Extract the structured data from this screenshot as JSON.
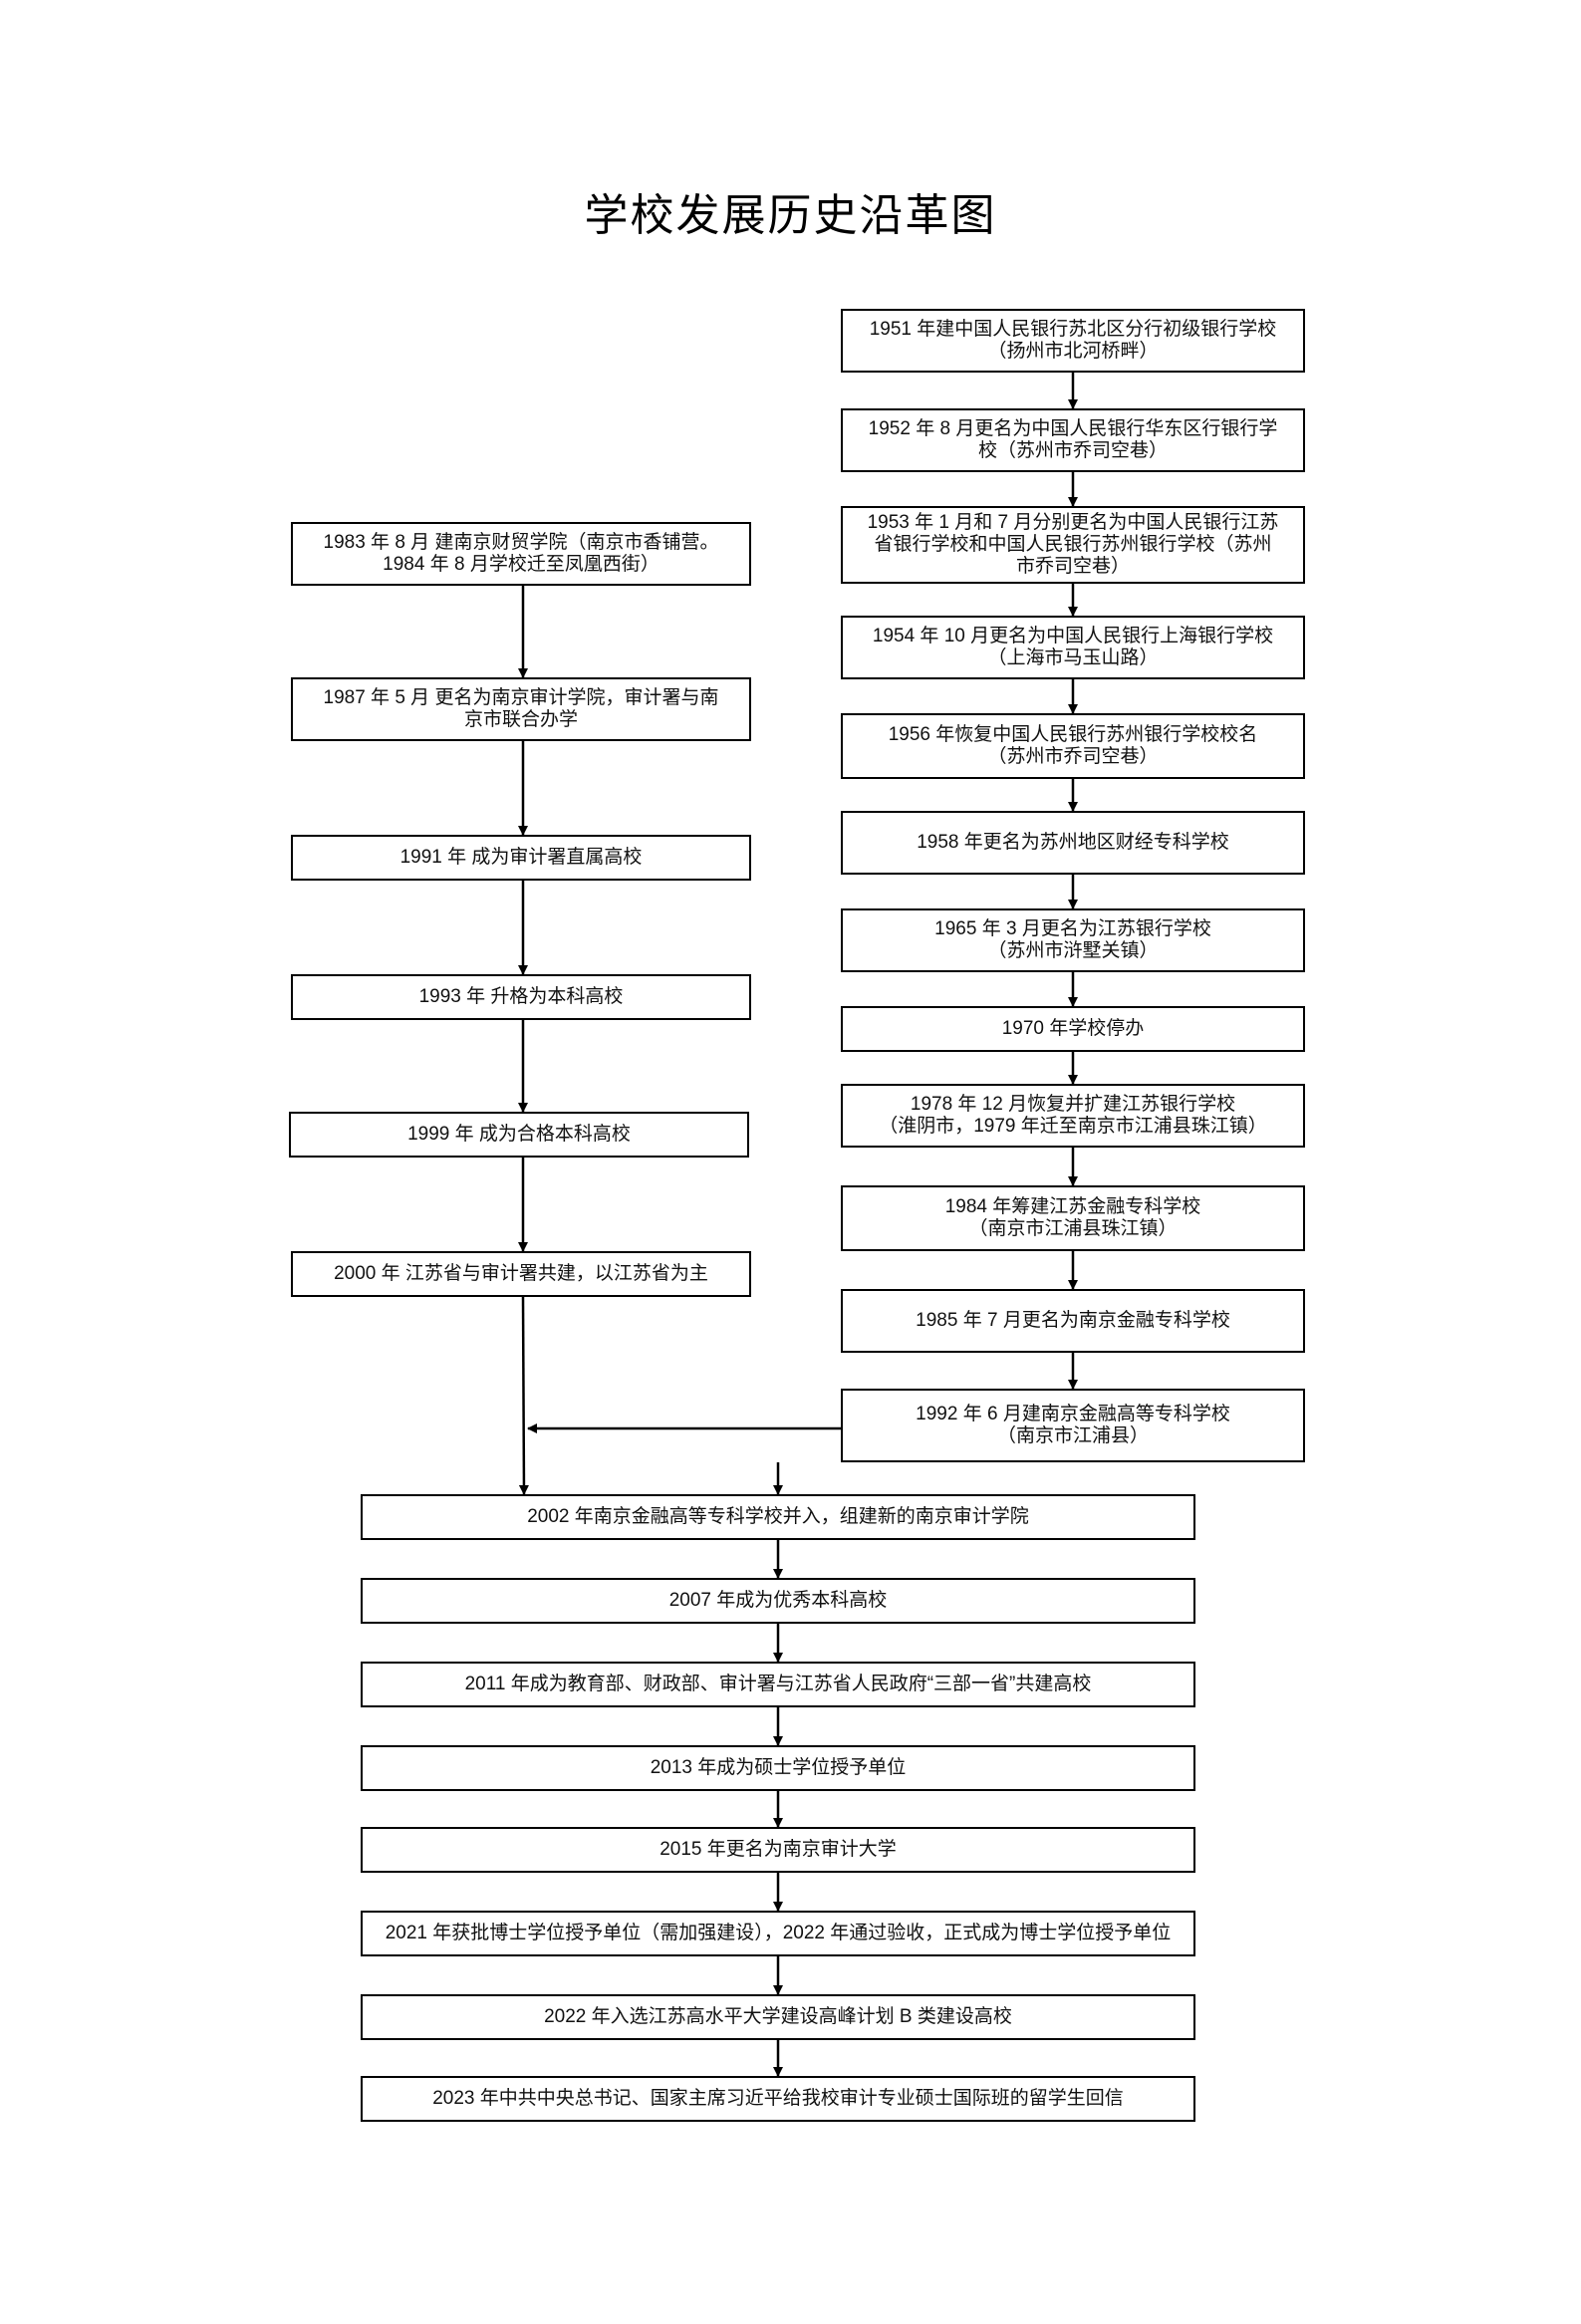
{
  "title": "学校发展历史沿革图",
  "right_column": [
    {
      "id": "r1",
      "lines": [
        "1951 年建中国人民银行苏北区分行初级银行学校",
        "（扬州市北河桥畔）"
      ]
    },
    {
      "id": "r2",
      "lines": [
        "1952 年 8 月更名为中国人民银行华东区行银行学",
        "校（苏州市乔司空巷）"
      ]
    },
    {
      "id": "r3",
      "lines": [
        "1953 年 1 月和 7 月分别更名为中国人民银行江苏",
        "省银行学校和中国人民银行苏州银行学校（苏州",
        "市乔司空巷）"
      ]
    },
    {
      "id": "r4",
      "lines": [
        "1954 年 10 月更名为中国人民银行上海银行学校",
        "（上海市马玉山路）"
      ]
    },
    {
      "id": "r5",
      "lines": [
        "1956 年恢复中国人民银行苏州银行学校校名",
        "（苏州市乔司空巷）"
      ]
    },
    {
      "id": "r6",
      "lines": [
        "1958 年更名为苏州地区财经专科学校"
      ]
    },
    {
      "id": "r7",
      "lines": [
        "1965 年 3 月更名为江苏银行学校",
        "（苏州市浒墅关镇）"
      ]
    },
    {
      "id": "r8",
      "lines": [
        "1970 年学校停办"
      ]
    },
    {
      "id": "r9",
      "lines": [
        "1978 年 12 月恢复并扩建江苏银行学校",
        "（淮阴市，1979 年迁至南京市江浦县珠江镇）"
      ]
    },
    {
      "id": "r10",
      "lines": [
        "1984 年筹建江苏金融专科学校",
        "（南京市江浦县珠江镇）"
      ]
    },
    {
      "id": "r11",
      "lines": [
        "1985 年 7 月更名为南京金融专科学校"
      ]
    },
    {
      "id": "r12",
      "lines": [
        "1992 年 6 月建南京金融高等专科学校",
        "（南京市江浦县）"
      ]
    }
  ],
  "left_column": [
    {
      "id": "l1",
      "lines": [
        "1983 年 8 月  建南京财贸学院（南京市香铺营。",
        "1984 年 8 月学校迁至凤凰西街）"
      ]
    },
    {
      "id": "l2",
      "lines": [
        "1987 年 5 月  更名为南京审计学院，审计署与南",
        "京市联合办学"
      ]
    },
    {
      "id": "l3",
      "lines": [
        "1991 年  成为审计署直属高校"
      ]
    },
    {
      "id": "l4",
      "lines": [
        "1993 年  升格为本科高校"
      ]
    },
    {
      "id": "l5",
      "lines": [
        "1999 年  成为合格本科高校"
      ]
    },
    {
      "id": "l6",
      "lines": [
        "2000 年  江苏省与审计署共建，以江苏省为主"
      ]
    }
  ],
  "bottom_column": [
    {
      "id": "b1",
      "lines": [
        "2002 年南京金融高等专科学校并入，组建新的南京审计学院"
      ]
    },
    {
      "id": "b2",
      "lines": [
        "2007 年成为优秀本科高校"
      ]
    },
    {
      "id": "b3",
      "lines": [
        "2011 年成为教育部、财政部、审计署与江苏省人民政府“三部一省”共建高校"
      ]
    },
    {
      "id": "b4",
      "lines": [
        "2013 年成为硕士学位授予单位"
      ]
    },
    {
      "id": "b5",
      "lines": [
        "2015 年更名为南京审计大学"
      ]
    },
    {
      "id": "b6",
      "lines": [
        "2021 年获批博士学位授予单位（需加强建设），2022 年通过验收，正式成为博士学位授予单位"
      ]
    },
    {
      "id": "b7",
      "lines": [
        "2022 年入选江苏高水平大学建设高峰计划 B 类建设高校"
      ]
    },
    {
      "id": "b8",
      "lines": [
        "2023 年中共中央总书记、国家主席习近平给我校审计专业硕士国际班的留学生回信"
      ]
    }
  ],
  "colors": {
    "stroke": "#000000",
    "background": "#ffffff"
  }
}
